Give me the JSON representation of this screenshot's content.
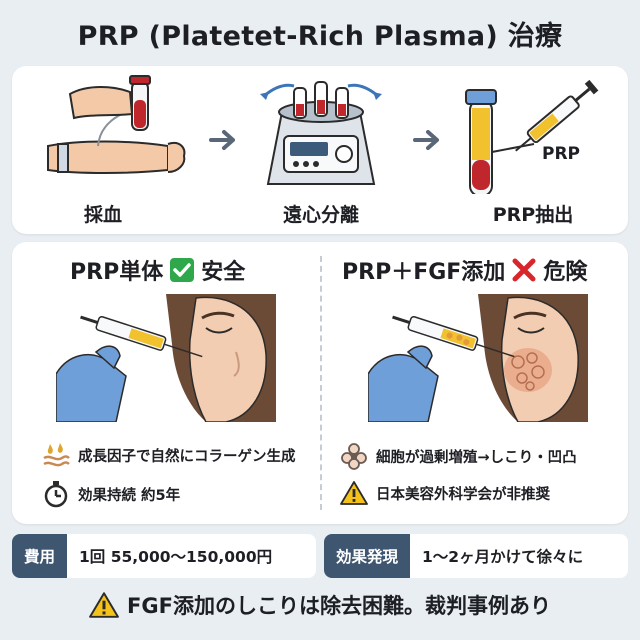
{
  "title": "PRP (Platetet-Rich Plasma) 治療",
  "process": {
    "steps": [
      {
        "label": "採血",
        "icon": "blood-draw-icon"
      },
      {
        "label": "遠心分離",
        "icon": "centrifuge-icon"
      },
      {
        "label": "PRP抽出",
        "icon": "prp-tube-syringe-icon"
      }
    ],
    "tube_label": "PRP"
  },
  "comparison": {
    "left": {
      "title": "PRP単体",
      "verdict": "安全",
      "verdict_icon": "green-check-icon",
      "items": [
        {
          "icon": "skin-layer-icon",
          "text": "成長因子で自然にコラーゲン生成"
        },
        {
          "icon": "stopwatch-icon",
          "text": "効果持続 約5年"
        }
      ]
    },
    "right": {
      "title": "PRP＋FGF添加",
      "verdict": "危険",
      "verdict_icon": "red-cross-icon",
      "items": [
        {
          "icon": "cell-cluster-icon",
          "text": "細胞が過剰増殖→しこり・凹凸"
        },
        {
          "icon": "warning-icon",
          "text": "日本美容外科学会が非推奨"
        }
      ]
    }
  },
  "cost": {
    "label": "費用",
    "value": "1回 55,000〜150,000円"
  },
  "onset": {
    "label": "効果発現",
    "value": "1〜2ヶ月かけて徐々に"
  },
  "warning": {
    "text": "FGF添加のしこりは除去困難。裁判事例あり"
  },
  "colors": {
    "tag_bg": "#3f5670",
    "blood_red": "#c0272d",
    "prp_yellow": "#f2c12e",
    "glove_blue": "#6f9fd8",
    "check_green": "#2ea84a",
    "cross_red": "#d8262b",
    "warning_yellow": "#f5c21b"
  }
}
